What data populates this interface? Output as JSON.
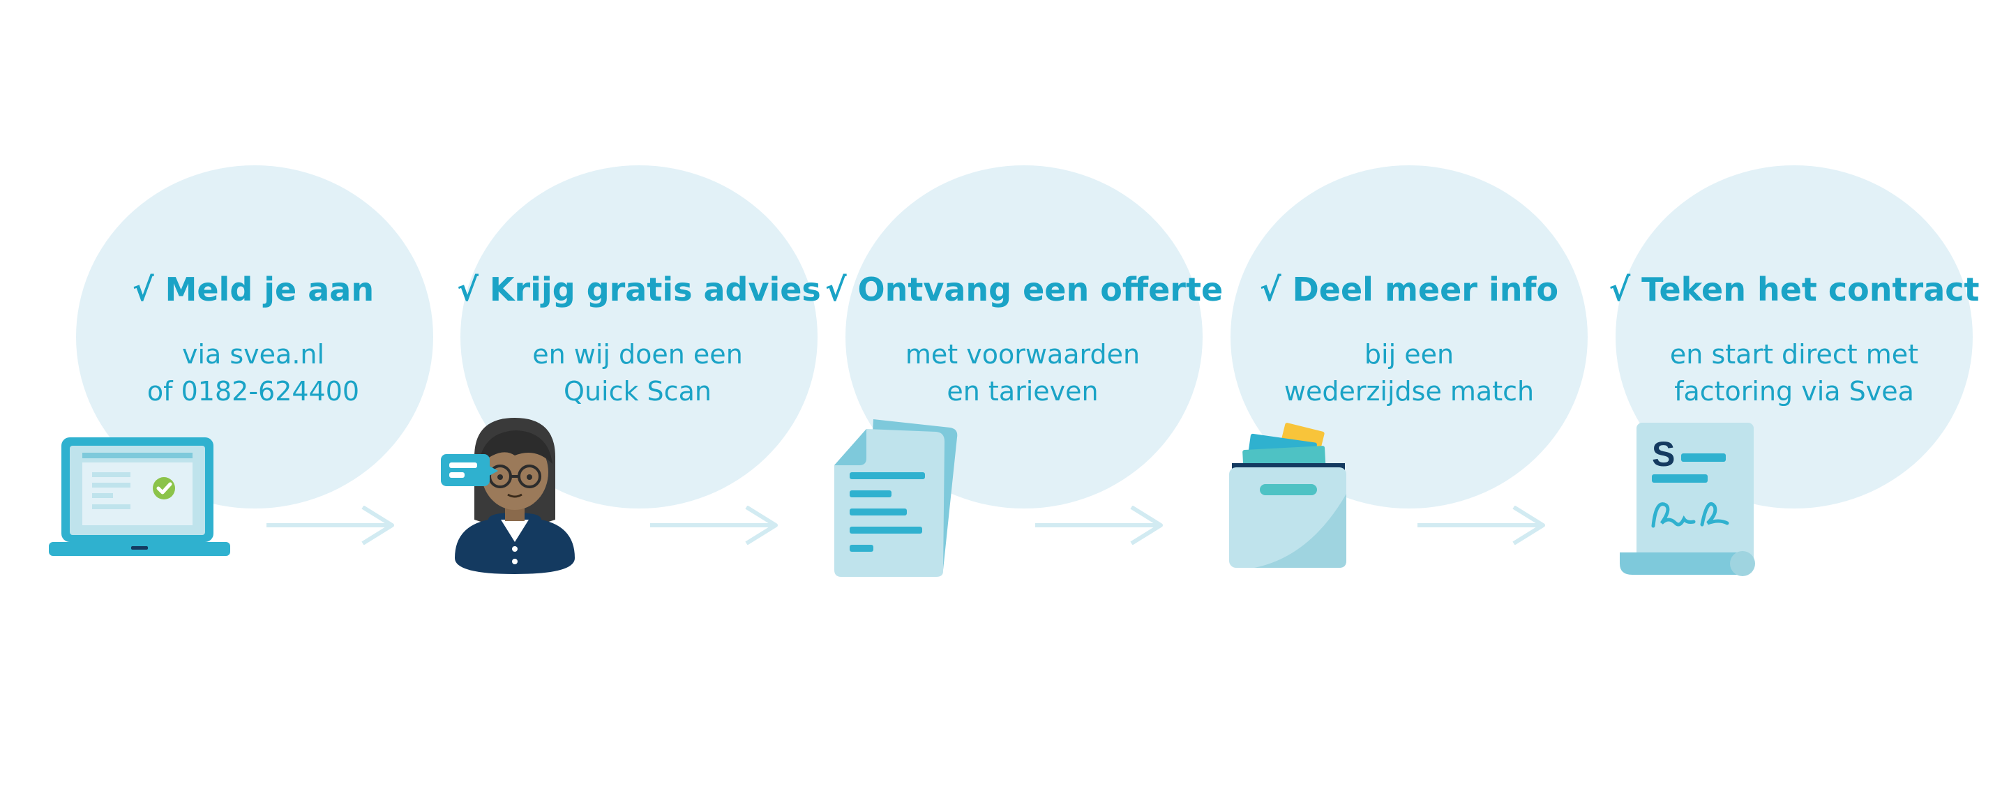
{
  "steps": [
    {
      "title": "√ Meld je aan",
      "lines": [
        "via svea.nl",
        "of 0182-624400"
      ],
      "icon": "laptop-icon"
    },
    {
      "title": "√ Krijg gratis advies",
      "lines": [
        "en wij doen een",
        "Quick Scan"
      ],
      "icon": "advisor-icon"
    },
    {
      "title": "√ Ontvang een offerte",
      "lines": [
        "met voorwaarden",
        "en tarieven"
      ],
      "icon": "documents-icon"
    },
    {
      "title": "√ Deel meer info",
      "lines": [
        "bij een",
        "wederzijdse match"
      ],
      "icon": "file-box-icon"
    },
    {
      "title": "√ Teken het contract",
      "lines": [
        "en start direct met",
        "factoring via Svea"
      ],
      "icon": "signed-contract-icon"
    }
  ],
  "contract_logo": "S",
  "colors": {
    "circle": "#e2f1f7",
    "accent": "#1aa3c6",
    "icon_light": "#bfe3ec",
    "icon_mid": "#7ec9db",
    "icon_dark": "#2fb1cf",
    "navy": "#143a60",
    "check_green": "#8bc34a",
    "yellow": "#f8c43a"
  }
}
